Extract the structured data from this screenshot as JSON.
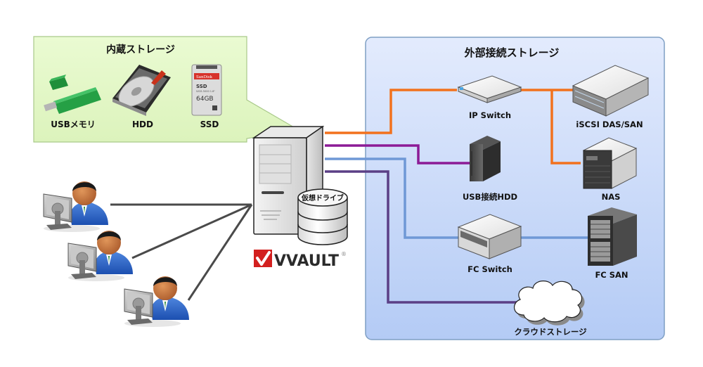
{
  "internal_storage": {
    "title": "内蔵ストレージ",
    "items": [
      {
        "label": "USBメモリ",
        "icon": "usb-memory-icon"
      },
      {
        "label": "HDD",
        "icon": "hdd-icon"
      },
      {
        "label": "SSD",
        "icon": "ssd-icon",
        "brand": "SanDisk",
        "model": "SSD",
        "spec": "SATA 5000 1.8\"",
        "capacity": "64GB"
      }
    ],
    "colors": {
      "background": "#e4f7c8",
      "border": "#a9c98a"
    }
  },
  "external_storage": {
    "title": "外部接続ストレージ",
    "nodes": [
      {
        "id": "ip-switch",
        "label": "IP Switch"
      },
      {
        "id": "iscsi",
        "label": "iSCSI DAS/SAN"
      },
      {
        "id": "usb-hdd",
        "label": "USB接続HDD"
      },
      {
        "id": "nas",
        "label": "NAS"
      },
      {
        "id": "fc-switch",
        "label": "FC Switch"
      },
      {
        "id": "fc-san",
        "label": "FC SAN"
      },
      {
        "id": "cloud",
        "label": "クラウドストレージ"
      }
    ],
    "colors": {
      "background_top": "#e3ebfd",
      "background_bottom": "#b7cdf6",
      "border": "#7f9fc4"
    }
  },
  "server": {
    "virtual_drive_label": "仮想ドライブ",
    "brand": "VVAULT",
    "brand_mark": "®",
    "brand_color": "#d3201f"
  },
  "clients": {
    "count": 3
  },
  "connections": {
    "ip": {
      "color": "#f2711d"
    },
    "usb": {
      "color": "#8c1b96"
    },
    "fc": {
      "color": "#6f98d6"
    },
    "cloud": {
      "color": "#5b3f86"
    },
    "client": {
      "color": "#4a4a4a"
    }
  }
}
